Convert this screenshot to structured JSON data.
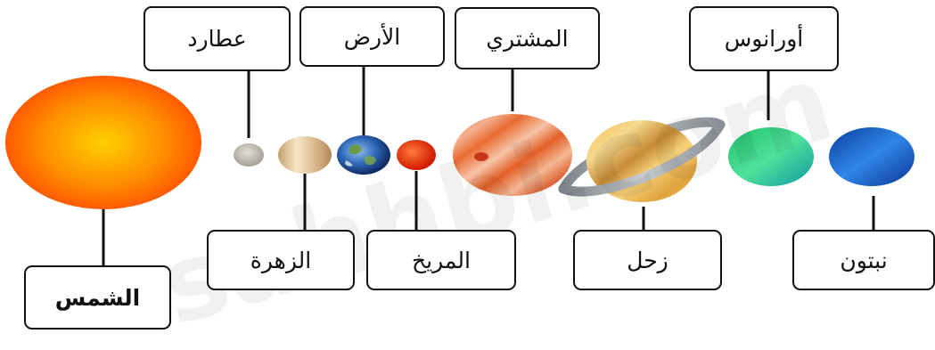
{
  "bodies": {
    "sun": {
      "label": "الشمس",
      "colors": [
        "#ffd000",
        "#ff7a00",
        "#ff4d00"
      ]
    },
    "mercury": {
      "label": "عطارد",
      "colors": [
        "#d8d5cc",
        "#a9a49a"
      ]
    },
    "venus": {
      "label": "الزهرة",
      "colors": [
        "#f3dfb8",
        "#c8a77a"
      ]
    },
    "earth": {
      "label": "الأرض",
      "colors": [
        "#3d8fd6",
        "#1b3f8a",
        "#5a8d3a"
      ]
    },
    "mars": {
      "label": "المريخ",
      "colors": [
        "#ff5a3a",
        "#cc1400"
      ]
    },
    "jupiter": {
      "label": "المشتري",
      "colors": [
        "#f07a3c",
        "#f4b99a",
        "#c9532a"
      ]
    },
    "saturn": {
      "label": "زحل",
      "colors": [
        "#f7c24f",
        "#c98a2f",
        "#9aa0a6"
      ]
    },
    "uranus": {
      "label": "أورانوس",
      "colors": [
        "#3bd27f",
        "#15a6a0"
      ]
    },
    "neptune": {
      "label": "نبتون",
      "colors": [
        "#2a7be0",
        "#0c3fa8"
      ]
    }
  },
  "watermark": "sahhbi.com"
}
